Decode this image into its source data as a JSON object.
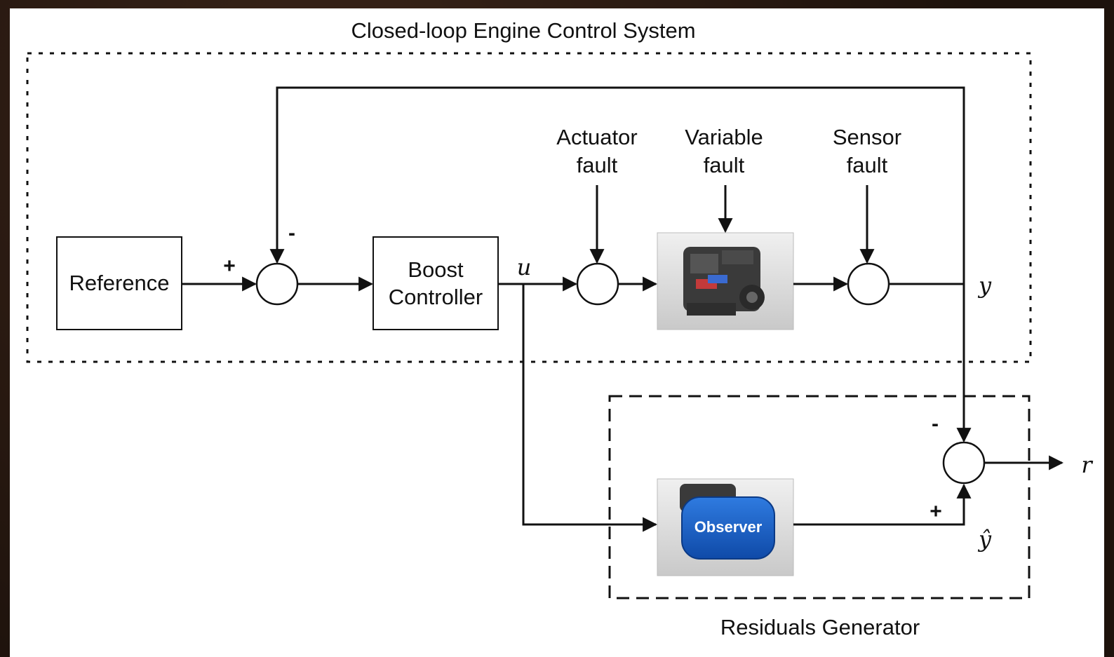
{
  "diagram": {
    "title": "Closed-loop Engine Control System",
    "residuals_label": "Residuals Generator",
    "blocks": {
      "reference": "Reference",
      "controller_line1": "Boost",
      "controller_line2": "Controller",
      "observer": "Observer"
    },
    "faults": {
      "actuator_line1": "Actuator",
      "actuator_line2": "fault",
      "variable_line1": "Variable",
      "variable_line2": "fault",
      "sensor_line1": "Sensor",
      "sensor_line2": "fault"
    },
    "signals": {
      "u": "u",
      "y": "y",
      "y_hat": "ŷ",
      "r": "r"
    },
    "signs": {
      "sum1_plus": "+",
      "sum1_minus": "-",
      "res_minus": "-",
      "res_plus": "+"
    },
    "colors": {
      "line": "#111111",
      "observer_blue": "#1f5fbf",
      "engine_bg": "#dcdcdc"
    }
  }
}
